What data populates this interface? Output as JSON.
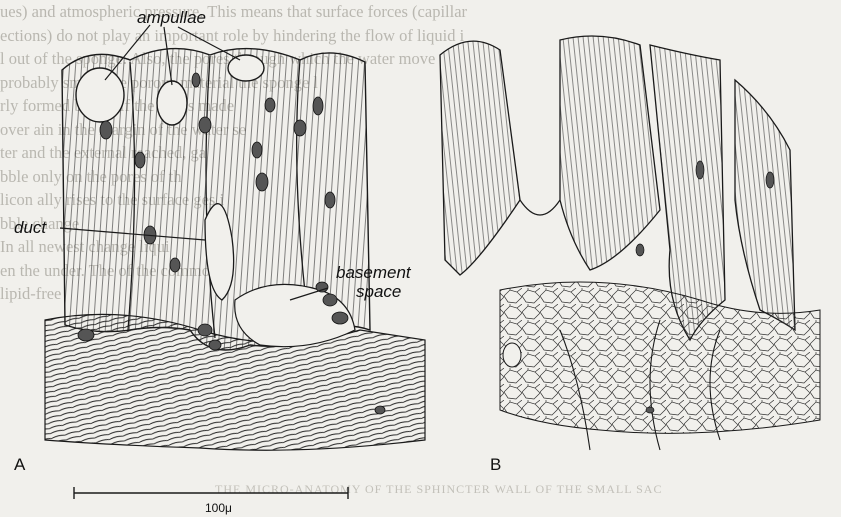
{
  "bleed_through_text": [
    "ues) and atmospheric pressure. This means that surface forces (capillar",
    "ections) do not play an important role by hindering the flow of liquid i",
    "l out of the sponge. Also, the pores      through which the water move",
    "  probably small, the     porous material       the sponge l",
    "rly formed       be in        . If the pores      made",
    "over ain        in the        margin of the      water se",
    "ter                     and the external      reached, ga",
    "bble                    only on the pores       of th",
    "licon                     ally rises to the surface     ges i",
    "bble                      change       ",
    "In all                   newest      change       liqui",
    "en the        under. The        of the        commonly",
    "lipid-free         "
  ],
  "caption_bleed": "THE MICRO-ANATOMY OF THE SPHINCTER WALL OF THE SMALL SAC",
  "labels": {
    "ampullae": "ampullae",
    "duct": "duct",
    "basement": "basement",
    "space": "space"
  },
  "panels": {
    "a": "A",
    "b": "B"
  },
  "scale_bar": {
    "label": "100μ"
  },
  "colors": {
    "ink": "#1a1a1a",
    "paper": "#f1f0ec",
    "bleed": "#b9b7b0"
  }
}
